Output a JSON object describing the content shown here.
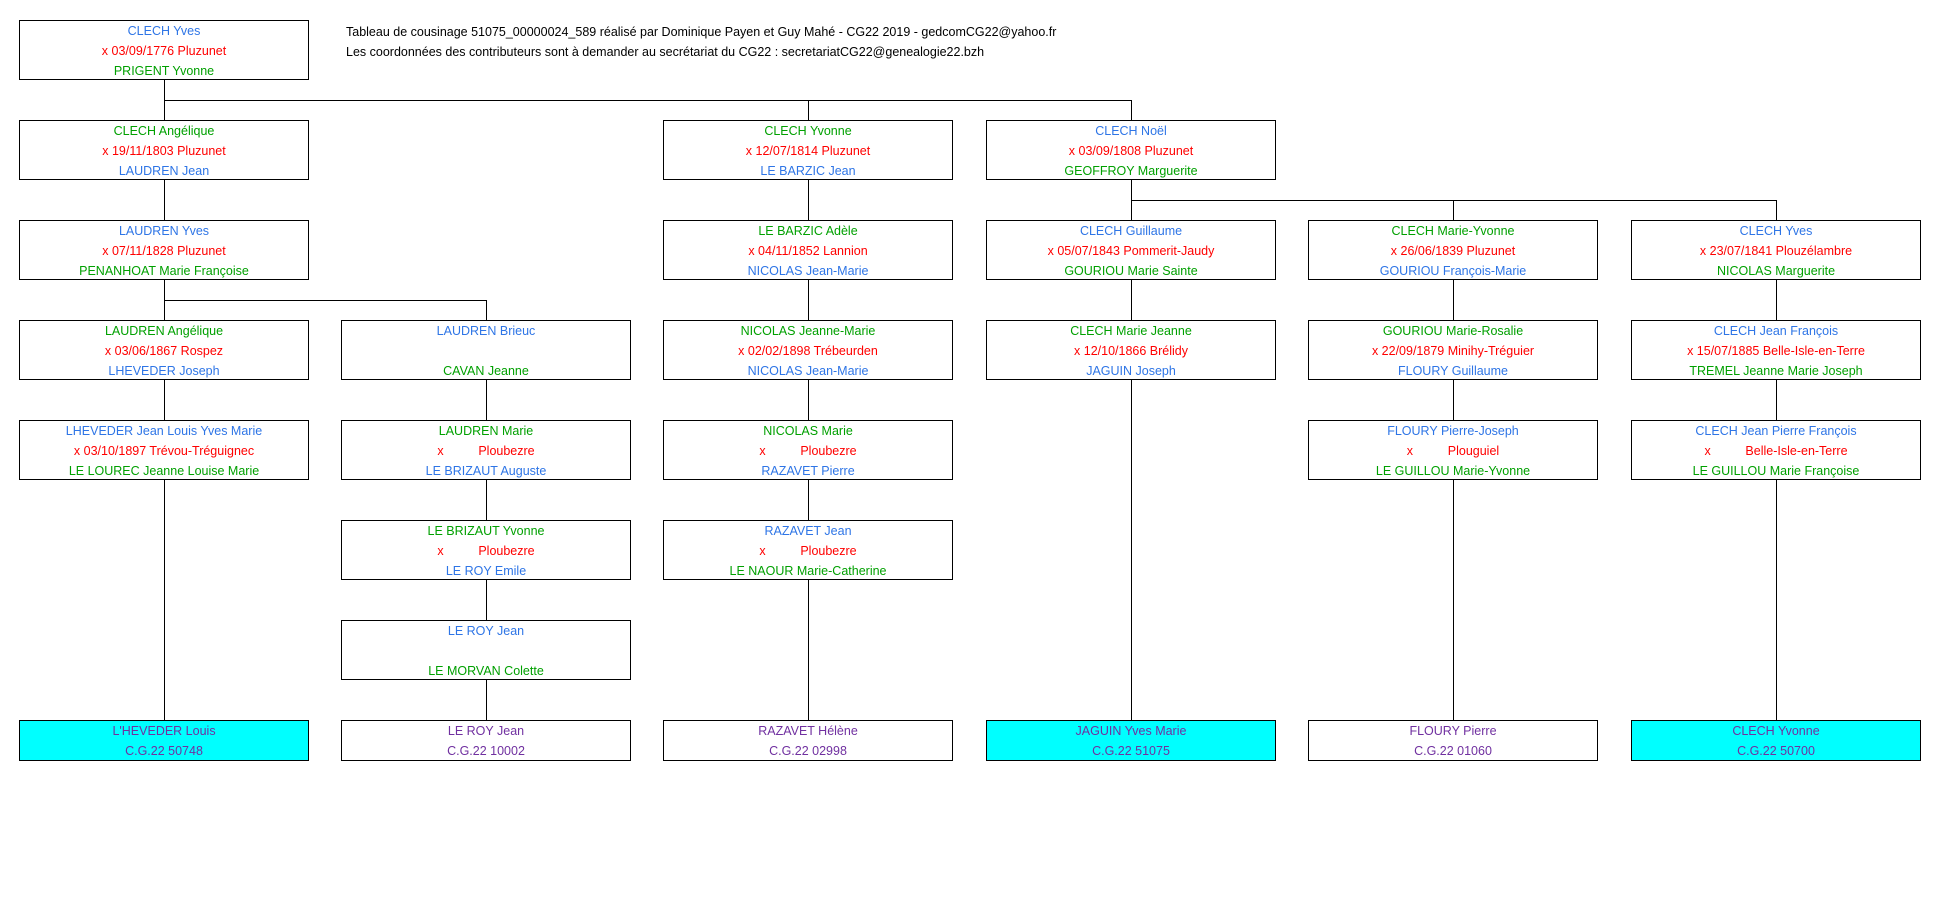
{
  "header": {
    "line1": "Tableau de cousinage 51075_00000024_589 réalisé par Dominique Payen et Guy Mahé - CG22 2019 - gedcomCG22@yahoo.fr",
    "line2": "Les coordonnées des contributeurs sont à demander au secrétariat du CG22 :  secretariatCG22@genealogie22.bzh"
  },
  "colors": {
    "blue": "#2E75E6",
    "red": "#FF0000",
    "green": "#00A000",
    "purple": "#7030A0",
    "highlight": "#00FFFF"
  },
  "boxes": {
    "r1c1": {
      "person": "CLECH Yves",
      "marriage": "x 03/09/1776 Pluzunet",
      "spouse": "PRIGENT Yvonne"
    },
    "r2c1": {
      "person": "CLECH Angélique",
      "marriage": "x 19/11/1803 Pluzunet",
      "spouse": "LAUDREN Jean"
    },
    "r2c3": {
      "person": "CLECH Yvonne",
      "marriage": "x 12/07/1814 Pluzunet",
      "spouse": "LE BARZIC Jean"
    },
    "r2c4": {
      "person": "CLECH Noël",
      "marriage": "x 03/09/1808 Pluzunet",
      "spouse": "GEOFFROY Marguerite"
    },
    "r3c1": {
      "person": "LAUDREN Yves",
      "marriage": "x 07/11/1828 Pluzunet",
      "spouse": "PENANHOAT Marie Françoise"
    },
    "r3c3": {
      "person": "LE BARZIC Adèle",
      "marriage": "x 04/11/1852 Lannion",
      "spouse": "NICOLAS Jean-Marie"
    },
    "r3c4": {
      "person": "CLECH Guillaume",
      "marriage": "x 05/07/1843 Pommerit-Jaudy",
      "spouse": "GOURIOU Marie Sainte"
    },
    "r3c5": {
      "person": "CLECH Marie-Yvonne",
      "marriage": "x 26/06/1839 Pluzunet",
      "spouse": "GOURIOU François-Marie"
    },
    "r3c6": {
      "person": "CLECH Yves",
      "marriage": "x 23/07/1841 Plouzélambre",
      "spouse": "NICOLAS Marguerite"
    },
    "r4c1": {
      "person": "LAUDREN Angélique",
      "marriage": "x 03/06/1867 Rospez",
      "spouse": "LHEVEDER Joseph"
    },
    "r4c2": {
      "person": "LAUDREN Brieuc",
      "marriage": "",
      "spouse": "CAVAN Jeanne"
    },
    "r4c3": {
      "person": "NICOLAS Jeanne-Marie",
      "marriage": "x 02/02/1898 Trébeurden",
      "spouse": "NICOLAS Jean-Marie"
    },
    "r4c4": {
      "person": "CLECH Marie Jeanne",
      "marriage": "x 12/10/1866 Brélidy",
      "spouse": "JAGUIN Joseph"
    },
    "r4c5": {
      "person": "GOURIOU Marie-Rosalie",
      "marriage": "x 22/09/1879 Minihy-Tréguier",
      "spouse": "FLOURY Guillaume"
    },
    "r4c6": {
      "person": "CLECH Jean François",
      "marriage": "x 15/07/1885 Belle-Isle-en-Terre",
      "spouse": "TREMEL Jeanne Marie Joseph"
    },
    "r5c1": {
      "person": "LHEVEDER Jean Louis Yves Marie",
      "marriage": "x 03/10/1897 Trévou-Tréguignec",
      "spouse": "LE LOUREC Jeanne Louise Marie"
    },
    "r5c2": {
      "person": "LAUDREN Marie",
      "marriage": "x          Ploubezre",
      "spouse": "LE BRIZAUT Auguste"
    },
    "r5c3": {
      "person": "NICOLAS Marie",
      "marriage": "x          Ploubezre",
      "spouse": "RAZAVET Pierre"
    },
    "r5c5": {
      "person": "FLOURY Pierre-Joseph",
      "marriage": "x          Plouguiel",
      "spouse": "LE GUILLOU Marie-Yvonne"
    },
    "r5c6": {
      "person": "CLECH Jean Pierre François",
      "marriage": "x          Belle-Isle-en-Terre",
      "spouse": "LE GUILLOU Marie Françoise"
    },
    "r6c2": {
      "person": "LE BRIZAUT Yvonne",
      "marriage": "x          Ploubezre",
      "spouse": "LE ROY Emile"
    },
    "r6c3": {
      "person": "RAZAVET Jean",
      "marriage": "x          Ploubezre",
      "spouse": "LE NAOUR Marie-Catherine"
    },
    "r7c2": {
      "person": "LE ROY Jean",
      "marriage": "",
      "spouse": "LE MORVAN Colette"
    }
  },
  "leaves": {
    "c1": {
      "name": "L'HEVEDER Louis",
      "code": "C.G.22 50748"
    },
    "c2": {
      "name": "LE ROY Jean",
      "code": "C.G.22 10002"
    },
    "c3": {
      "name": "RAZAVET Hélène",
      "code": "C.G.22 02998"
    },
    "c4": {
      "name": "JAGUIN Yves Marie",
      "code": "C.G.22 51075"
    },
    "c5": {
      "name": "FLOURY Pierre",
      "code": "C.G.22 01060"
    },
    "c6": {
      "name": "CLECH Yvonne",
      "code": "C.G.22 50700"
    }
  }
}
